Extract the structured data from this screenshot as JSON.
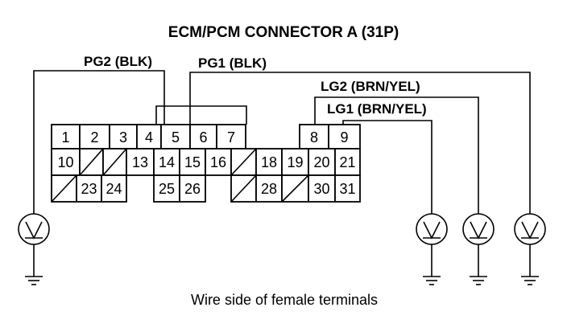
{
  "title": "ECM/PCM CONNECTOR A (31P)",
  "caption": "Wire side of female terminals",
  "wire_labels": {
    "pg2": "PG2 (BLK)",
    "pg1": "PG1 (BLK)",
    "lg2": "LG2 (BRN/YEL)",
    "lg1": "LG1 (BRN/YEL)"
  },
  "pins": {
    "p1": "1",
    "p2": "2",
    "p3": "3",
    "p4": "4",
    "p5": "5",
    "p6": "6",
    "p7": "7",
    "p8": "8",
    "p9": "9",
    "p10": "10",
    "p13": "13",
    "p14": "14",
    "p15": "15",
    "p16": "16",
    "p18": "18",
    "p19": "19",
    "p20": "20",
    "p21": "21",
    "p23": "23",
    "p24": "24",
    "p25": "25",
    "p26": "26",
    "p28": "28",
    "p30": "30",
    "p31": "31"
  },
  "meter_symbol": "V"
}
